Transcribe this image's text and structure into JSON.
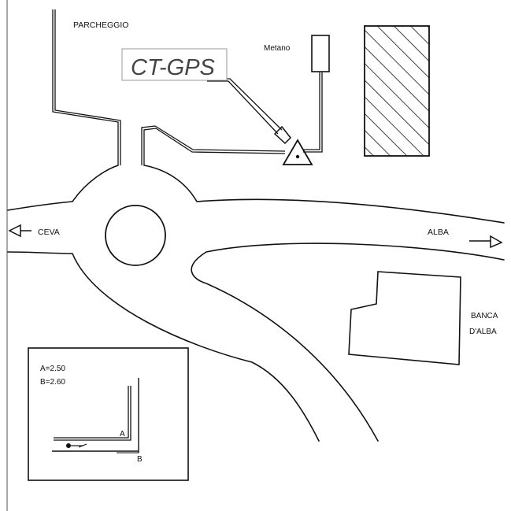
{
  "labels": {
    "parcheggio": "PARCHEGGIO",
    "metano": "Metano",
    "ceva": "CEVA",
    "alba": "ALBA",
    "banca_line1": "BANCA",
    "banca_line2": "D'ALBA",
    "ct_gps": "CT-GPS"
  },
  "inset": {
    "a_value": "A=2.50",
    "b_value": "B=2.60",
    "a_marker": "A",
    "b_marker": "B"
  },
  "icons": [
    "gps-station-triangle-icon",
    "arrow-left-icon",
    "arrow-right-icon",
    "hatched-building"
  ],
  "colors": {
    "ink": "#111111",
    "callout_text": "#444444",
    "callout_border": "#999999",
    "background": "#ffffff"
  }
}
